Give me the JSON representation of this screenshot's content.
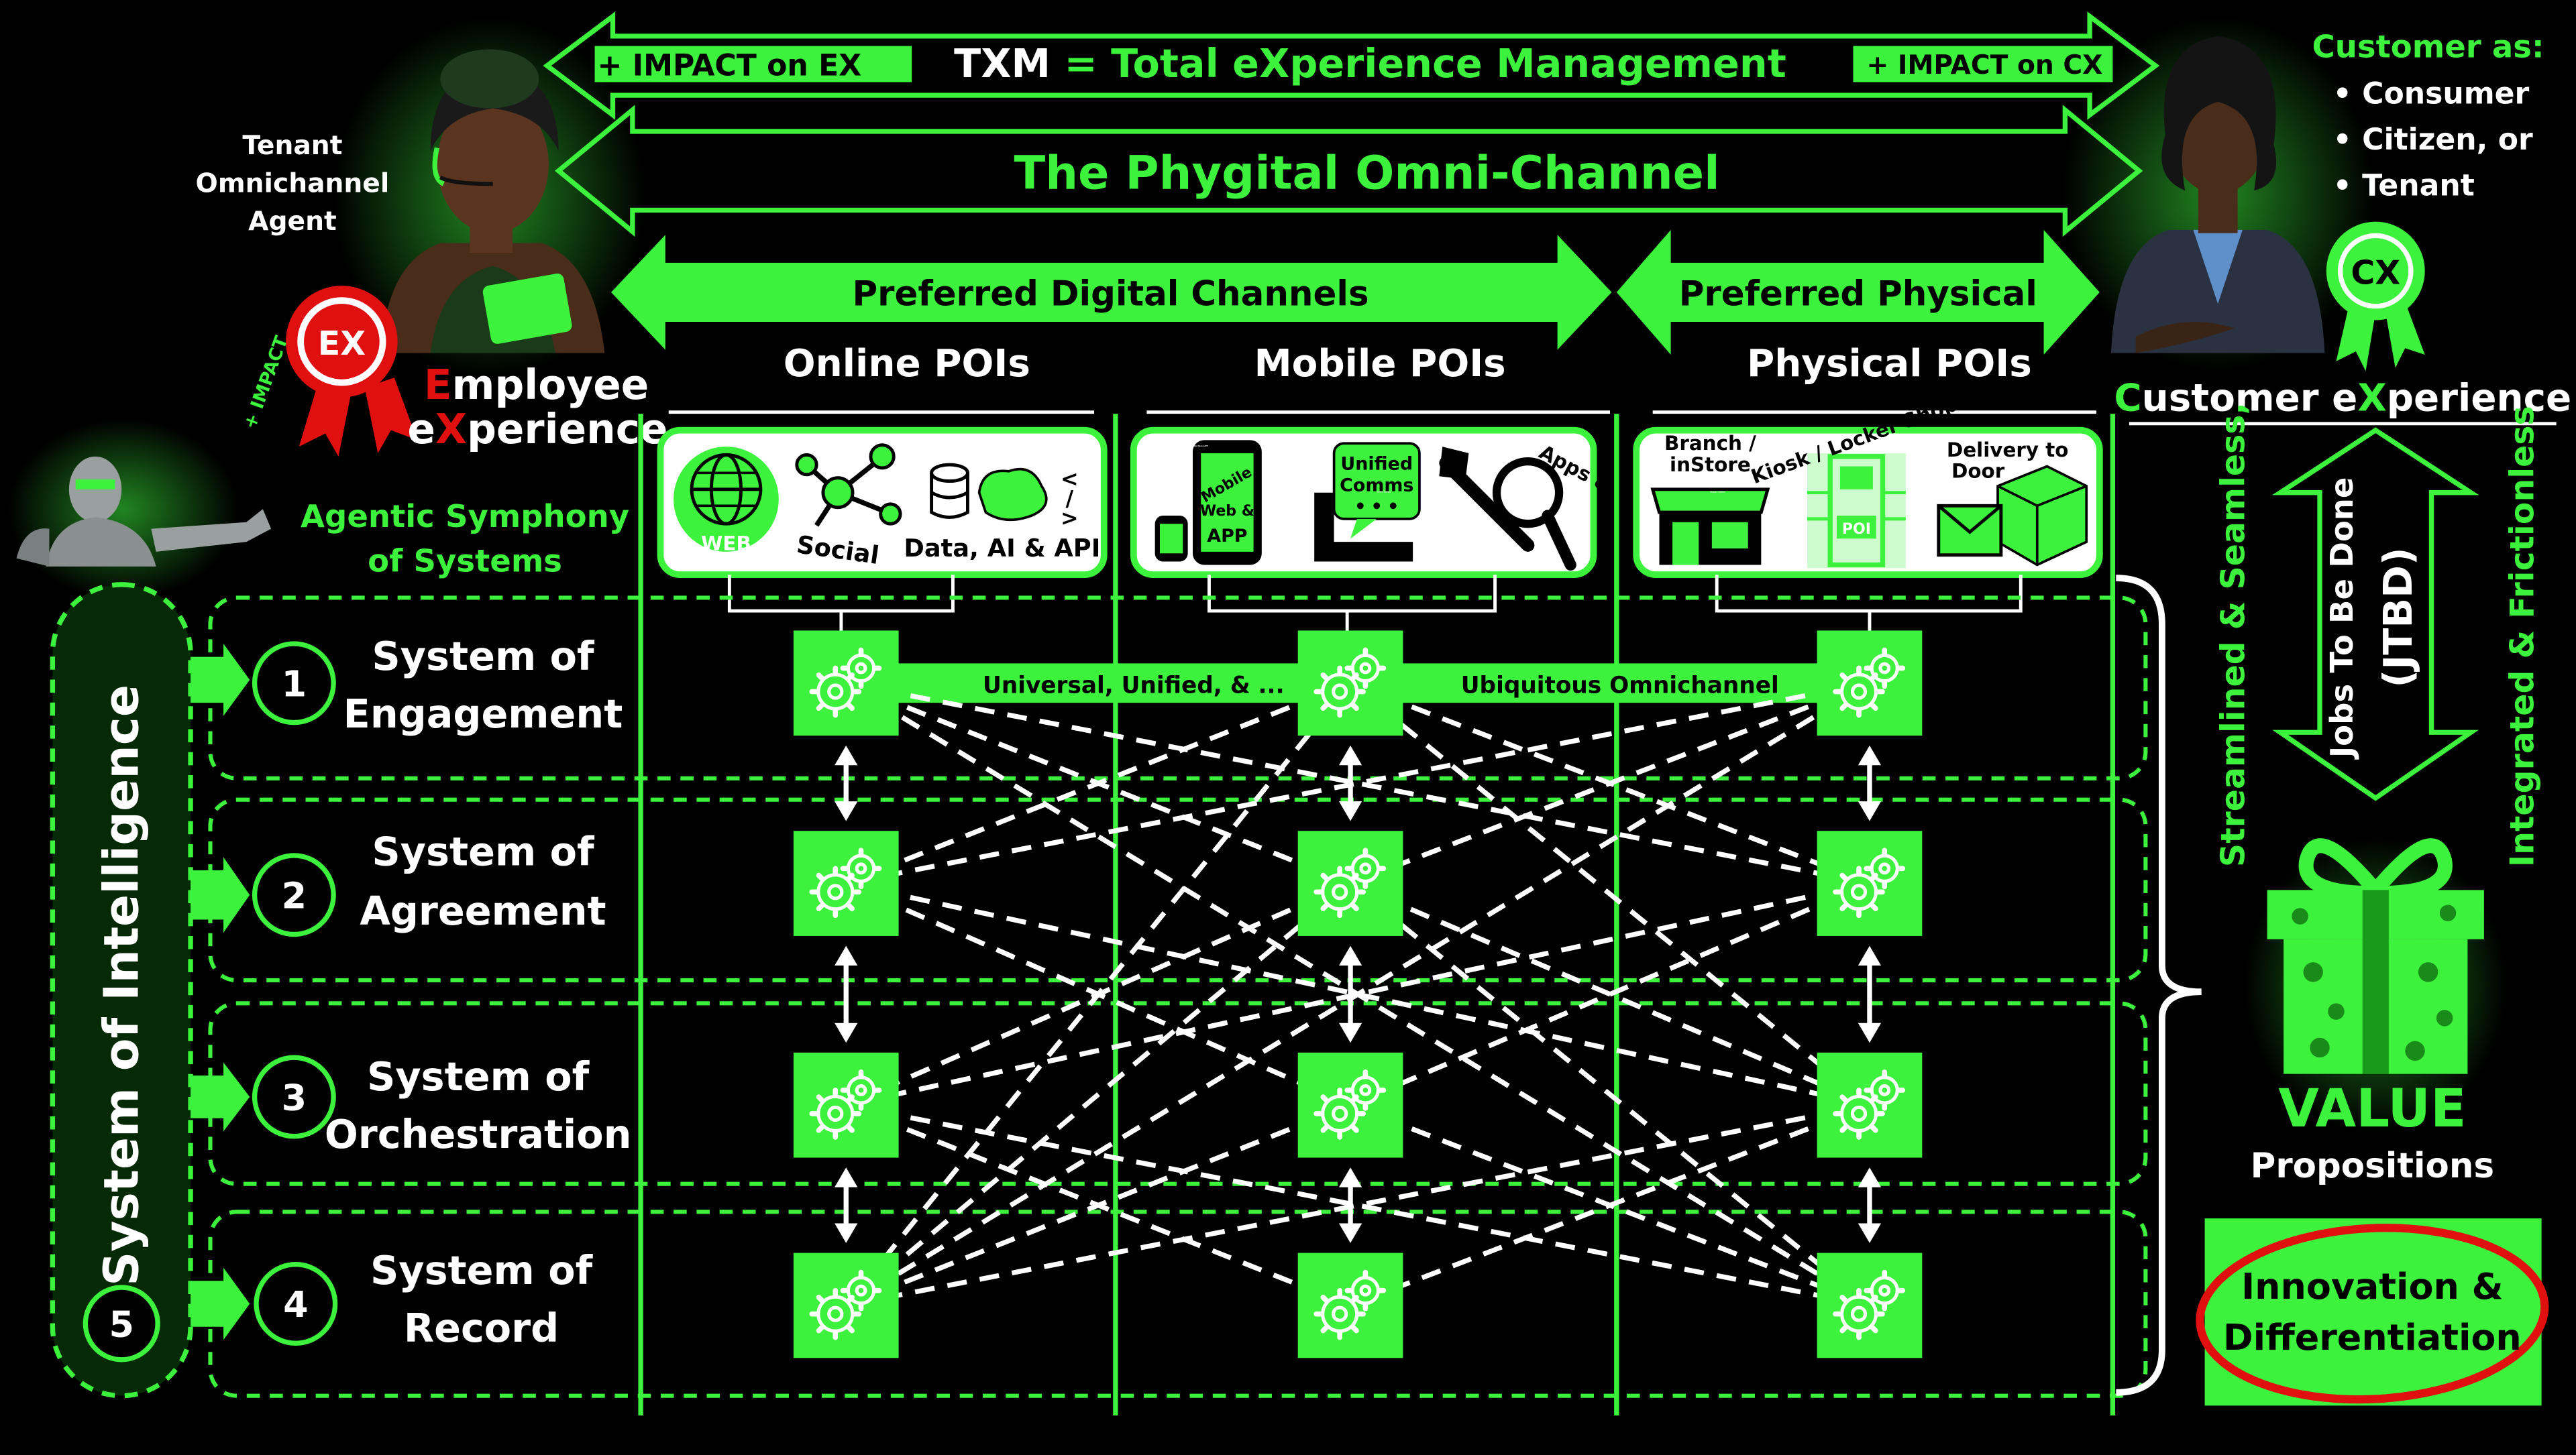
{
  "colors": {
    "accent": "#3cf23c",
    "background": "#000000",
    "highlight": "#e01010",
    "text": "#ffffff"
  },
  "header": {
    "txm_abbr": "TXM",
    "txm_eq": " = ",
    "txm_full": "Total eXperience Management",
    "impact_ex": "+ IMPACT on EX",
    "impact_cx": "+ IMPACT on CX",
    "phygital": "The Phygital Omni-Channel",
    "digital_channels": "Preferred Digital Channels",
    "physical_channels": "Preferred Physical"
  },
  "employee": {
    "agent_label": [
      "Tenant",
      "Omnichannel",
      "Agent"
    ],
    "badge": "EX",
    "ribbon_text": "+ IMPACT",
    "title_line1": "Employee",
    "title_line2": "eXperience"
  },
  "customer": {
    "heading": "Customer as:",
    "roles": [
      "Consumer",
      "Citizen, or",
      "Tenant"
    ],
    "badge": "CX",
    "title": "Customer eXperience"
  },
  "agentic": {
    "line1": "Agentic Symphony",
    "line2": "of Systems"
  },
  "poi_columns": [
    {
      "title": "Online POIs",
      "icons": [
        {
          "name": "globe-icon",
          "label": "WEB"
        },
        {
          "name": "social-network-icon",
          "label": "Social"
        },
        {
          "name": "data-ai-api-icon",
          "label": "Data, AI & API"
        }
      ]
    },
    {
      "title": "Mobile POIs",
      "icons": [
        {
          "name": "mobile-app-icon",
          "label": "Mobile Web & APP"
        },
        {
          "name": "unified-comms-icon",
          "label": "Unified Comms"
        },
        {
          "name": "apps-tools-icon",
          "label": "Apps & Tools"
        }
      ]
    },
    {
      "title": "Physical POIs",
      "icons": [
        {
          "name": "branch-store-icon",
          "label": "Branch / inStore"
        },
        {
          "name": "kiosk-locker-icon",
          "label": "Kiosk / Locker Shop"
        },
        {
          "name": "delivery-door-icon",
          "label": "Delivery to Door"
        }
      ]
    }
  ],
  "kiosk_poi": "POI",
  "systems": [
    {
      "number": "1",
      "line1": "System of",
      "line2": "Engagement"
    },
    {
      "number": "2",
      "line1": "System of",
      "line2": "Agreement"
    },
    {
      "number": "3",
      "line1": "System of",
      "line2": "Orchestration"
    },
    {
      "number": "4",
      "line1": "System of",
      "line2": "Record"
    }
  ],
  "intelligence": {
    "label": "System of Intelligence",
    "number": "5"
  },
  "omnichannel_bar": {
    "left": "Universal, Unified, & ...",
    "right": "Ubiquitous Omnichannel"
  },
  "value_side": {
    "streamlined": "Streamlined & Seamless,",
    "integrated": "Integrated & Frictionless",
    "jtbd_line1": "Jobs To Be Done",
    "jtbd_line2": "(JTBD)",
    "value": "VALUE",
    "propositions": "Propositions",
    "innovation_line1": "Innovation &",
    "innovation_line2": "Differentiation"
  }
}
